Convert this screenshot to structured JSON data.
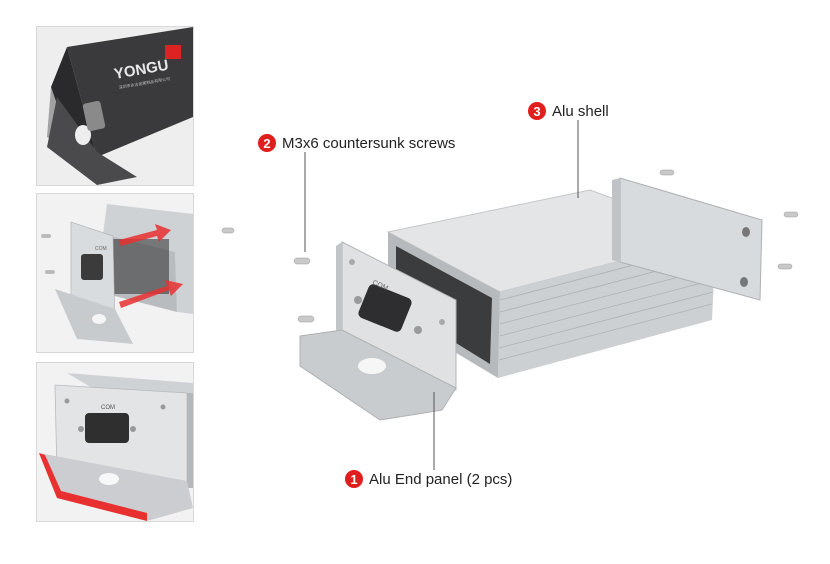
{
  "callouts": [
    {
      "number": "1",
      "label": "Alu End panel (2 pcs)"
    },
    {
      "number": "2",
      "label": "M3x6 countersunk screws"
    },
    {
      "number": "3",
      "label": "Alu shell"
    }
  ],
  "thumbnails": {
    "first": {
      "brand": "YONGU",
      "brand_subtext": "深圳市永古金属制品有限公司"
    },
    "second": {
      "port_label": "COM"
    },
    "third": {
      "port_label": "COM"
    }
  },
  "main_figure": {
    "port_label": "COM"
  },
  "colors": {
    "badge": "#e01e1e",
    "arrow": "#e83030",
    "aluminum": "#d6d9dc"
  }
}
